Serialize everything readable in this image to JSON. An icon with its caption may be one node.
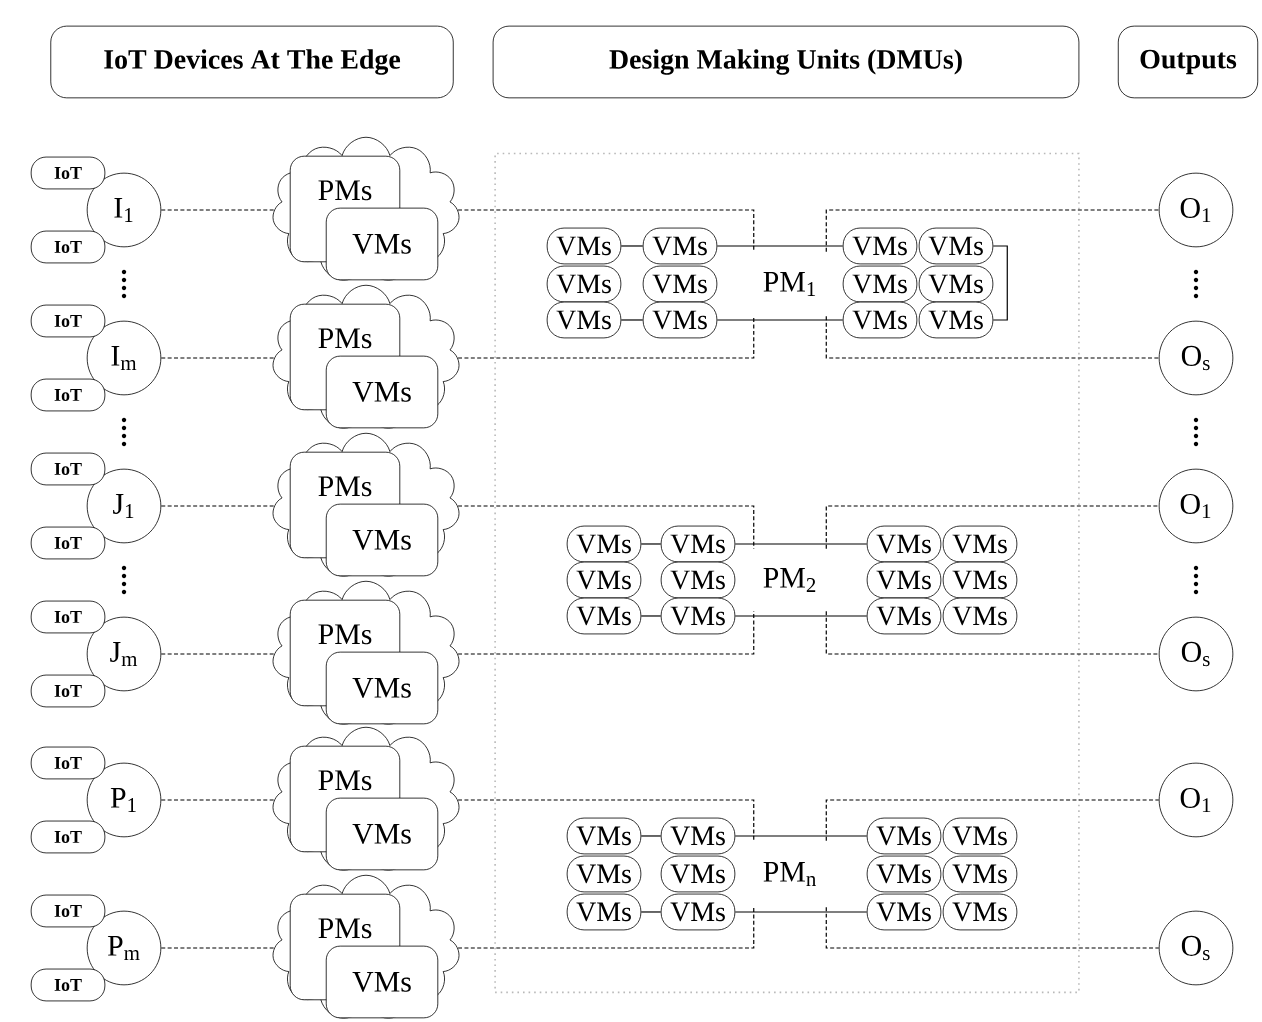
{
  "diagram": {
    "nodes": [
      {
        "text": [
          "IoT Devices At The Edge"
        ]
      },
      {
        "text": [
          "Design Making Units (DMUs)"
        ]
      },
      {
        "text": [
          "Outputs"
        ]
      },
      {
        "text": [
          "I$_{1}$"
        ]
      },
      {
        "text": [
          "IoT"
        ]
      },
      {
        "text": [
          "IoT"
        ]
      },
      {
        "text": [],
        "shape": "cloud"
      },
      {
        "text": [
          "PMs"
        ],
        "in": 6
      },
      {
        "text": [
          "VMs"
        ],
        "in": 6
      },
      {
        "text": [
          "I$_{m}$"
        ]
      },
      {
        "text": [
          "IoT"
        ]
      },
      {
        "text": [
          "IoT"
        ]
      },
      {
        "text": [],
        "shape": "cloud"
      },
      {
        "text": [
          "PMs"
        ],
        "in": 12
      },
      {
        "text": [
          "VMs"
        ],
        "in": 12
      },
      {
        "text": [
          "J$_{1}$"
        ]
      },
      {
        "text": [
          "IoT"
        ]
      },
      {
        "text": [
          "IoT"
        ]
      },
      {
        "text": [],
        "shape": "cloud"
      },
      {
        "text": [
          "PMs"
        ],
        "in": 18
      },
      {
        "text": [
          "VMs"
        ],
        "in": 18
      },
      {
        "text": [
          "J$_{m}$"
        ]
      },
      {
        "text": [
          "IoT"
        ]
      },
      {
        "text": [
          "IoT"
        ]
      },
      {
        "text": [],
        "shape": "cloud"
      },
      {
        "text": [
          "PMs"
        ],
        "in": 24
      },
      {
        "text": [
          "VMs"
        ],
        "in": 24
      },
      {
        "text": [
          "P$_{1}$"
        ]
      },
      {
        "text": [
          "IoT"
        ]
      },
      {
        "text": [
          "IoT"
        ]
      },
      {
        "text": [],
        "shape": "cloud"
      },
      {
        "text": [
          "PMs"
        ],
        "in": 30
      },
      {
        "text": [
          "VMs"
        ],
        "in": 30
      },
      {
        "text": [
          "P$_{m}$"
        ]
      },
      {
        "text": [
          "IoT"
        ]
      },
      {
        "text": [
          "IoT"
        ]
      },
      {
        "text": [],
        "shape": "cloud"
      },
      {
        "text": [
          "PMs"
        ],
        "in": 36
      },
      {
        "text": [
          "VMs"
        ],
        "in": 36
      },
      {
        "text": [],
        "shape": "box"
      },
      {
        "text": [
          "PM$_{1}$"
        ],
        "in": 39
      },
      {
        "text": [
          "VMs"
        ],
        "in": 39
      },
      {
        "text": [
          "VMs"
        ],
        "in": 39
      },
      {
        "text": [
          "VMs"
        ],
        "in": 39
      },
      {
        "text": [
          "VMs"
        ],
        "in": 39
      },
      {
        "text": [
          "VMs"
        ],
        "in": 39
      },
      {
        "text": [
          "VMs"
        ],
        "in": 39
      },
      {
        "text": [
          "VMs"
        ],
        "in": 39
      },
      {
        "text": [
          "VMs"
        ],
        "in": 39
      },
      {
        "text": [
          "VMs"
        ],
        "in": 39
      },
      {
        "text": [
          "VMs"
        ],
        "in": 39
      },
      {
        "text": [
          "VMs"
        ],
        "in": 39
      },
      {
        "text": [
          "VMs"
        ],
        "in": 39
      },
      {
        "text": [
          "PM$_{2}$"
        ],
        "in": 39
      },
      {
        "text": [
          "VMs"
        ],
        "in": 39
      },
      {
        "text": [
          "VMs"
        ],
        "in": 39
      },
      {
        "text": [
          "VMs"
        ],
        "in": 39
      },
      {
        "text": [
          "VMs"
        ],
        "in": 39
      },
      {
        "text": [
          "VMs"
        ],
        "in": 39
      },
      {
        "text": [
          "VMs"
        ],
        "in": 39
      },
      {
        "text": [
          "VMs"
        ],
        "in": 39
      },
      {
        "text": [
          "VMs"
        ],
        "in": 39
      },
      {
        "text": [
          "VMs"
        ],
        "in": 39
      },
      {
        "text": [
          "VMs"
        ],
        "in": 39
      },
      {
        "text": [
          "VMs"
        ],
        "in": 39
      },
      {
        "text": [
          "VMs"
        ],
        "in": 39
      },
      {
        "text": [
          "PM$_{n}$"
        ],
        "in": 39
      },
      {
        "text": [
          "VMs"
        ],
        "in": 39
      },
      {
        "text": [
          "VMs"
        ],
        "in": 39
      },
      {
        "text": [
          "VMs"
        ],
        "in": 39
      },
      {
        "text": [
          "VMs"
        ],
        "in": 39
      },
      {
        "text": [
          "VMs"
        ],
        "in": 39
      },
      {
        "text": [
          "VMs"
        ],
        "in": 39
      },
      {
        "text": [
          "VMs"
        ],
        "in": 39
      },
      {
        "text": [
          "VMs"
        ],
        "in": 39
      },
      {
        "text": [
          "VMs"
        ],
        "in": 39
      },
      {
        "text": [
          "VMs"
        ],
        "in": 39
      },
      {
        "text": [
          "VMs"
        ],
        "in": 39
      },
      {
        "text": [
          "VMs"
        ],
        "in": 39
      },
      {
        "text": [
          "O$_{1}$"
        ]
      },
      {
        "text": [
          "O$_{s}$"
        ]
      },
      {
        "text": [
          "O$_{1}$"
        ]
      },
      {
        "text": [
          "O$_{s}$"
        ]
      },
      {
        "text": [
          "O$_{1}$"
        ]
      },
      {
        "text": [
          "O$_{s}$"
        ]
      }
    ],
    "edges": [
      {
        "from": 3,
        "to": 6,
        "arrow": "none",
        "style": "dashed"
      },
      {
        "from": 6,
        "to": 40,
        "arrow": "none",
        "style": "dashed"
      },
      {
        "from": 9,
        "to": 12,
        "arrow": "none",
        "style": "dashed"
      },
      {
        "from": 12,
        "to": 40,
        "arrow": "none",
        "style": "dashed"
      },
      {
        "from": 15,
        "to": 18,
        "arrow": "none",
        "style": "dashed"
      },
      {
        "from": 18,
        "to": 53,
        "arrow": "none",
        "style": "dashed"
      },
      {
        "from": 21,
        "to": 24,
        "arrow": "none",
        "style": "dashed"
      },
      {
        "from": 24,
        "to": 53,
        "arrow": "none",
        "style": "dashed"
      },
      {
        "from": 27,
        "to": 30,
        "arrow": "none",
        "style": "dashed"
      },
      {
        "from": 30,
        "to": 66,
        "arrow": "none",
        "style": "dashed"
      },
      {
        "from": 33,
        "to": 36,
        "arrow": "none",
        "style": "dashed"
      },
      {
        "from": 36,
        "to": 66,
        "arrow": "none",
        "style": "dashed"
      },
      {
        "from": 40,
        "to": 79,
        "arrow": "none",
        "style": "dashed"
      },
      {
        "from": 40,
        "to": 80,
        "arrow": "none",
        "style": "dashed"
      },
      {
        "from": 53,
        "to": 81,
        "arrow": "none",
        "style": "dashed"
      },
      {
        "from": 53,
        "to": 82,
        "arrow": "none",
        "style": "dashed"
      },
      {
        "from": 66,
        "to": 83,
        "arrow": "none",
        "style": "dashed"
      },
      {
        "from": 66,
        "to": 84,
        "arrow": "none",
        "style": "dashed"
      },
      {
        "from": 41,
        "to": 42,
        "arrow": "none"
      },
      {
        "from": 45,
        "to": 46,
        "arrow": "none"
      },
      {
        "from": 42,
        "to": 47,
        "arrow": "none"
      },
      {
        "from": 46,
        "to": 51,
        "arrow": "none"
      },
      {
        "from": 48,
        "to": 52,
        "arrow": "none"
      },
      {
        "from": 54,
        "to": 55,
        "arrow": "none"
      },
      {
        "from": 58,
        "to": 59,
        "arrow": "none"
      },
      {
        "from": 55,
        "to": 60,
        "arrow": "none"
      },
      {
        "from": 59,
        "to": 64,
        "arrow": "none"
      },
      {
        "from": 67,
        "to": 68,
        "arrow": "none"
      },
      {
        "from": 71,
        "to": 72,
        "arrow": "none"
      },
      {
        "from": 68,
        "to": 73,
        "arrow": "none"
      },
      {
        "from": 72,
        "to": 77,
        "arrow": "none"
      }
    ]
  }
}
